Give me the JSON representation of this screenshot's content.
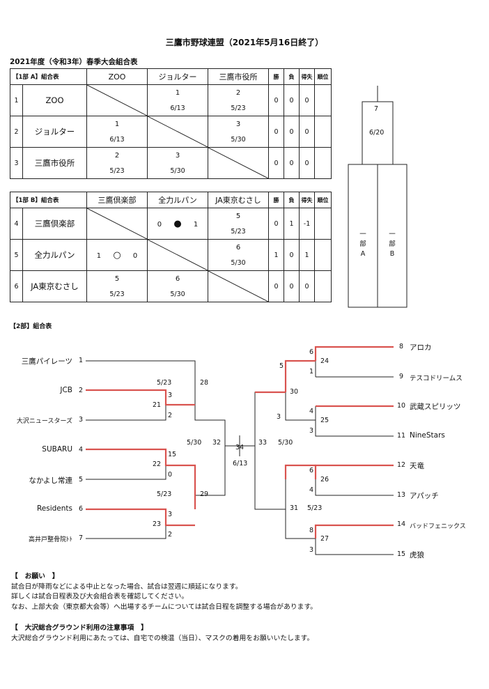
{
  "header": {
    "title": "三鷹市野球連盟（2021年5月16日終了）",
    "subtitle": "2021年度（令和3年）春季大会組合表"
  },
  "league_a": {
    "label": "【1部 A】組合表",
    "columns": [
      "ZOO",
      "ジョルター",
      "三鷹市役所"
    ],
    "stat_headers": [
      "勝",
      "負",
      "得失",
      "順位"
    ],
    "rows": [
      {
        "no": "1",
        "team": "ZOO",
        "c2": {
          "v": "1",
          "d": "6/13"
        },
        "c3": {
          "v": "2",
          "d": "5/23"
        },
        "w": "0",
        "l": "0",
        "diff": "0",
        "rank": ""
      },
      {
        "no": "2",
        "team": "ジョルター",
        "c1": {
          "v": "1",
          "d": "6/13"
        },
        "c3": {
          "v": "3",
          "d": "5/30"
        },
        "w": "0",
        "l": "0",
        "diff": "0",
        "rank": ""
      },
      {
        "no": "3",
        "team": "三鷹市役所",
        "c1": {
          "v": "2",
          "d": "5/23"
        },
        "c2": {
          "v": "3",
          "d": "5/30"
        },
        "w": "0",
        "l": "0",
        "diff": "0",
        "rank": ""
      }
    ]
  },
  "league_b": {
    "label": "【1部 B】組合表",
    "columns": [
      "三鷹倶楽部",
      "全力ルパン",
      "JA東京むさし"
    ],
    "stat_headers": [
      "勝",
      "負",
      "得失",
      "順位"
    ],
    "rows": [
      {
        "no": "4",
        "team": "三鷹倶楽部",
        "c2": {
          "l": "0",
          "m": "●",
          "r": "1"
        },
        "c3": {
          "v": "5",
          "d": "5/23"
        },
        "w": "0",
        "l": "1",
        "diff": "-1",
        "rank": ""
      },
      {
        "no": "5",
        "team": "全力ルパン",
        "c1": {
          "l": "1",
          "m": "○",
          "r": "0"
        },
        "c3": {
          "v": "6",
          "d": "5/30"
        },
        "w": "1",
        "l": "0",
        "diff": "1",
        "rank": ""
      },
      {
        "no": "6",
        "team": "JA東京むさし",
        "c1": {
          "v": "5",
          "d": "5/23"
        },
        "c2": {
          "v": "6",
          "d": "5/30"
        },
        "w": "0",
        "l": "0",
        "diff": "0",
        "rank": ""
      }
    ]
  },
  "final": {
    "game": "7",
    "date": "6/20",
    "left": "一部A",
    "right": "一部B"
  },
  "division2": {
    "label": "【2部】組合表",
    "left_teams": [
      {
        "name": "三鷹パイレーツ",
        "no": "1"
      },
      {
        "name": "JCB",
        "no": "2"
      },
      {
        "name": "大沢ニュースターズ",
        "no": "3"
      },
      {
        "name": "SUBARU",
        "no": "4"
      },
      {
        "name": "なかよし常連",
        "no": "5"
      },
      {
        "name": "Residents",
        "no": "6"
      },
      {
        "name": "高井戸整骨院ﾄﾄ",
        "no": "7"
      }
    ],
    "right_teams": [
      {
        "name": "アロカ",
        "no": "8"
      },
      {
        "name": "テスコドリームス",
        "no": "9"
      },
      {
        "name": "武蔵スピリッツ",
        "no": "10"
      },
      {
        "name": "NineStars",
        "no": "11"
      },
      {
        "name": "天竜",
        "no": "12"
      },
      {
        "name": "アパッチ",
        "no": "13"
      },
      {
        "name": "バッドフェニックス",
        "no": "14"
      },
      {
        "name": "虎狼",
        "no": "15"
      }
    ],
    "labels": {
      "g21": "21",
      "g21_date": "5/23",
      "g21_s_top": "3",
      "g21_s_bot": "2",
      "g22": "22",
      "g22_s_top": "15",
      "g22_s_bot": "0",
      "g23": "23",
      "g23_date": "5/23",
      "g23_s_top": "3",
      "g23_s_bot": "2",
      "g28": "28",
      "g29": "29",
      "g29_date": "5/23",
      "g32": "32",
      "g32_date": "5/30",
      "g34": "34",
      "g34_date": "6/13",
      "g33": "33",
      "g33_date": "5/30",
      "g30": "30",
      "g30_s_top": "5",
      "g30_s_bot": "3",
      "g31": "31",
      "g31_date": "5/23",
      "g24": "24",
      "g24_s_top": "6",
      "g24_s_bot": "1",
      "g25": "25",
      "g25_s_top": "4",
      "g25_s_bot": "3",
      "g26": "26",
      "g26_s_top": "6",
      "g26_s_bot": "4",
      "g27": "27",
      "g27_s_top": "8",
      "g27_s_bot": "3"
    },
    "highlight_color": "#d9534f"
  },
  "notes": {
    "request_head": "【　お願い　】",
    "request_lines": [
      "試合日が降雨などによる中止となった場合、試合は翌週に順延になります。",
      "詳しくは試合日程表及び大会組合表を確認してください。",
      "なお、上部大会（東京都大会等）へ出場するチームについては試合日程を調整する場合があります。"
    ],
    "ground_head": "【　大沢総合グラウンド利用の注意事項　】",
    "ground_lines": [
      "大沢総合グラウンド利用にあたっては、自宅での検温（当日）、マスクの着用をお願いいたします。"
    ]
  }
}
